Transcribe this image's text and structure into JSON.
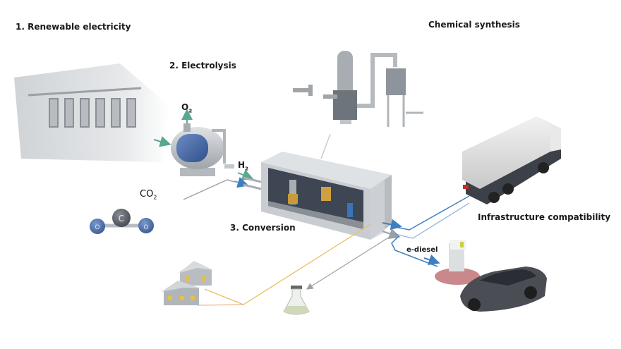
{
  "diagram": {
    "steps": [
      {
        "number": "1.",
        "label": "Renewable electricity"
      },
      {
        "number": "2.",
        "label": "Electrolysis"
      },
      {
        "number": "3.",
        "label": "Conversion"
      }
    ],
    "section_labels": {
      "chemical_synthesis": "Chemical synthesis",
      "infrastructure": "Infrastructure compatibility",
      "product": "e-diesel"
    },
    "chemicals": {
      "oxygen": {
        "symbol": "O",
        "subscript": "2"
      },
      "hydrogen": {
        "symbol": "H",
        "subscript": "2"
      },
      "carbon_dioxide": {
        "symbol": "CO",
        "subscript": "2"
      }
    },
    "molecule_atoms": [
      "O",
      "C",
      "O"
    ],
    "colors": {
      "green_arrow": "#5aa890",
      "blue_line": "#3f7fc0",
      "gray_line": "#9aa0a8",
      "yellow_line": "#e8c060",
      "atom_oxygen": "#4a6fa8",
      "atom_carbon": "#5a5e66"
    }
  }
}
